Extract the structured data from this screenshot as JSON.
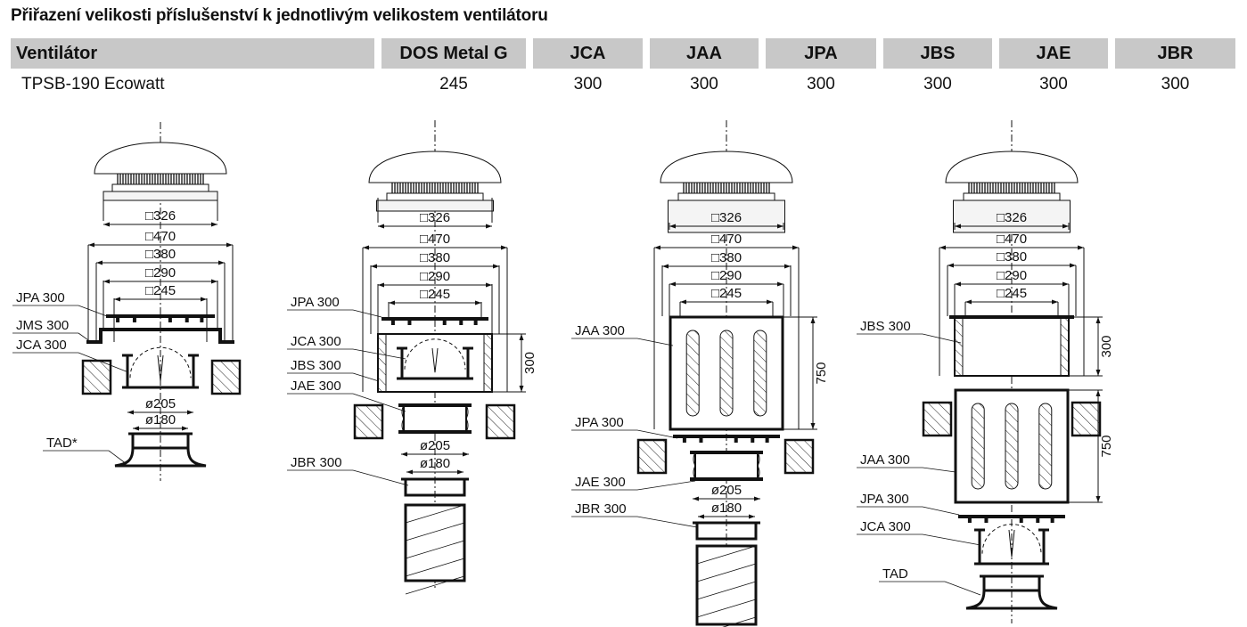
{
  "title": "Přiřazení velikosti příslušenství k jednotlivým velikostem ventilátoru",
  "table": {
    "headers": [
      "Ventilátor",
      "DOS Metal G",
      "JCA",
      "JAA",
      "JPA",
      "JBS",
      "JAE",
      "JBR"
    ],
    "rows": [
      [
        "TPSB-190 Ecowatt",
        "245",
        "300",
        "300",
        "300",
        "300",
        "300",
        "300"
      ]
    ]
  },
  "diagrams": [
    {
      "dims": [
        "□326",
        "□470",
        "□380",
        "□290",
        "□245",
        "ø205",
        "ø180"
      ],
      "labels": [
        "JPA 300",
        "JMS 300",
        "JCA 300",
        "TAD*"
      ]
    },
    {
      "dims": [
        "□326",
        "□470",
        "□380",
        "□290",
        "□245",
        "ø205",
        "ø180",
        "300"
      ],
      "labels": [
        "JPA 300",
        "JCA 300",
        "JBS 300",
        "JAE 300",
        "JBR 300"
      ]
    },
    {
      "dims": [
        "□326",
        "□470",
        "□380",
        "□290",
        "□245",
        "ø205",
        "ø180",
        "750"
      ],
      "labels": [
        "JAA 300",
        "JPA 300",
        "JAE 300",
        "JBR 300"
      ]
    },
    {
      "dims": [
        "□326",
        "□470",
        "□380",
        "□290",
        "□245",
        "300",
        "750"
      ],
      "labels": [
        "JBS 300",
        "JAA 300",
        "JPA 300",
        "JCA 300",
        "TAD"
      ]
    }
  ]
}
